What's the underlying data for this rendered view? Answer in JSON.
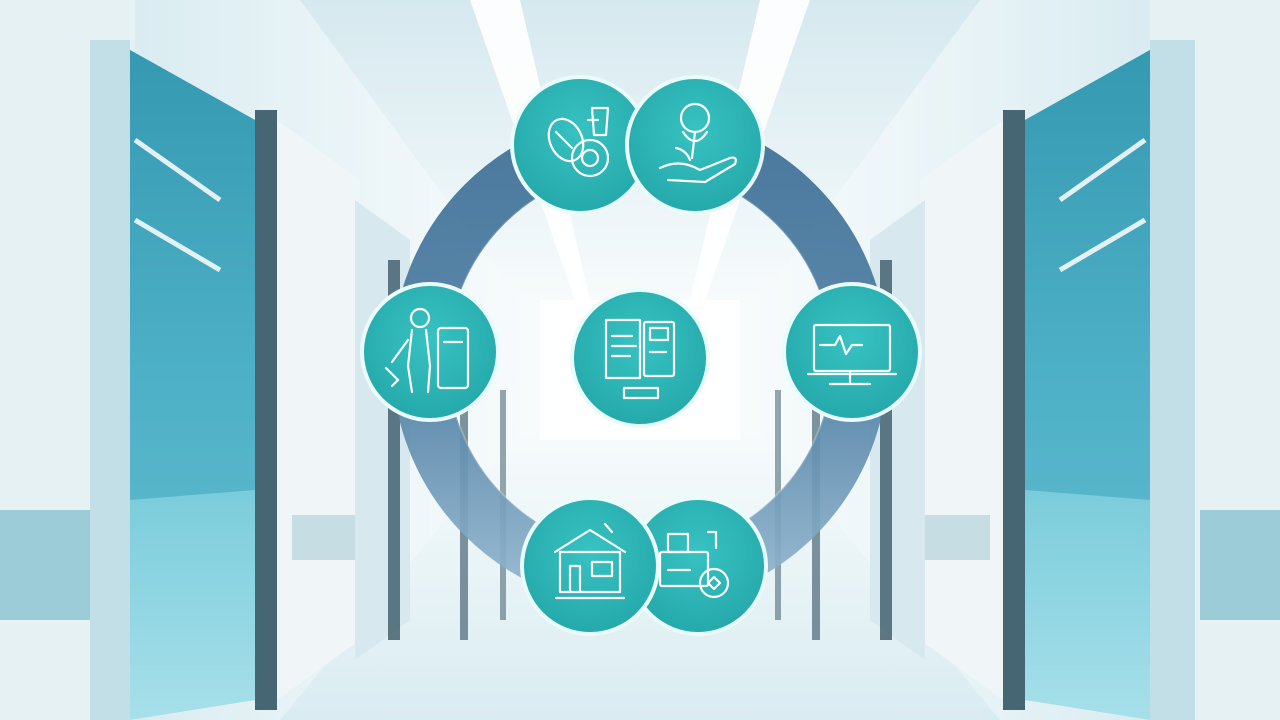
{
  "scene": {
    "description_free": true,
    "background": "hospital-corridor",
    "colors": {
      "ring_dark": "#3d6f96",
      "ring_light": "#7fa7c4",
      "node_fill": "#2fb8b8",
      "node_border": "#e9fbfb",
      "icon_stroke": "#ffffff",
      "wall_light": "#f3f8f9",
      "door_teal": "#49aec3",
      "floor": "#eaf4f6"
    }
  },
  "diagram": {
    "nodes": [
      {
        "id": "pills",
        "icon": "medication-pills-icon"
      },
      {
        "id": "care",
        "icon": "caring-hand-person-icon"
      },
      {
        "id": "monitor",
        "icon": "computer-monitor-icon"
      },
      {
        "id": "equipment",
        "icon": "medical-equipment-icon"
      },
      {
        "id": "facility",
        "icon": "clinic-building-icon"
      },
      {
        "id": "cleaning",
        "icon": "cleaning-staff-icon"
      },
      {
        "id": "records",
        "icon": "medical-records-icon"
      }
    ]
  }
}
